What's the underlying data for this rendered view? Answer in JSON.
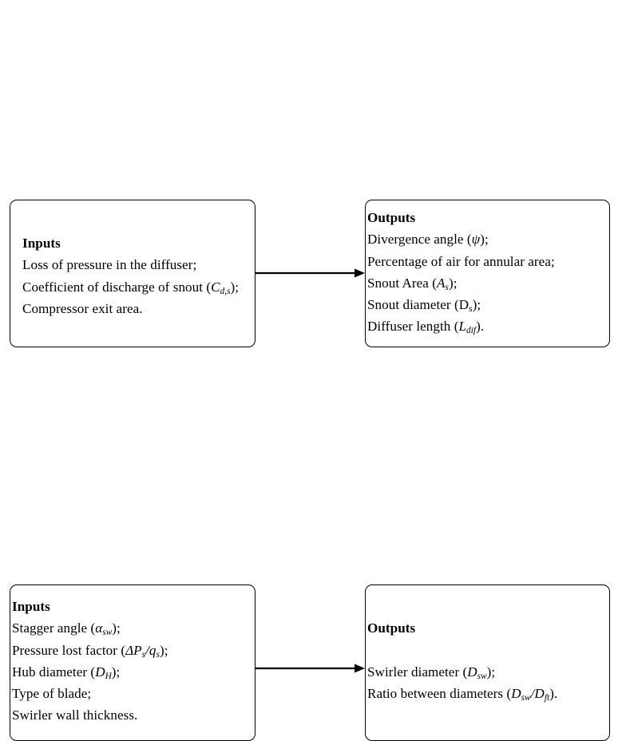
{
  "figure": {
    "type": "flow-diagram",
    "description": "Two input-output block pairs connected by right-pointing arrows",
    "background_color": "#ffffff",
    "stroke_color": "#000000"
  },
  "blocks": [
    {
      "id": "diffuser-inputs",
      "role": "inputs",
      "heading": "Inputs",
      "items": [
        {
          "text": "Loss of pressure in the diffuser;"
        },
        {
          "text": "Coefficient of discharge of snout (Cd,s);"
        },
        {
          "text": "Compressor exit area."
        }
      ]
    },
    {
      "id": "diffuser-outputs",
      "role": "outputs",
      "heading": "Outputs",
      "items": [
        {
          "text": "Divergence angle (ψ);"
        },
        {
          "text": "Percentage of air for annular area;"
        },
        {
          "text": "Snout Area (As);"
        },
        {
          "text": "Snout diameter (Ds);"
        },
        {
          "text": "Diffuser length (Ldif)."
        }
      ]
    },
    {
      "id": "swirler-inputs",
      "role": "inputs",
      "heading": "Inputs",
      "items": [
        {
          "text": "Stagger angle (αsw);"
        },
        {
          "text": "Pressure lost factor (ΔPs/qs);"
        },
        {
          "text": "Hub diameter (DH);"
        },
        {
          "text": "Type of blade;"
        },
        {
          "text": "Swirler wall thickness."
        }
      ]
    },
    {
      "id": "swirler-outputs",
      "role": "outputs",
      "heading": "Outputs",
      "items": [
        {
          "text": "Swirler diameter (Dsw);"
        },
        {
          "text": "Ratio between diameters (Dsw/Dft)."
        }
      ]
    }
  ],
  "connectors": [
    {
      "id": "arrow-diffuser",
      "from": "diffuser-inputs",
      "to": "diffuser-outputs",
      "direction": "right"
    },
    {
      "id": "arrow-swirler",
      "from": "swirler-inputs",
      "to": "swirler-outputs",
      "direction": "right"
    }
  ]
}
